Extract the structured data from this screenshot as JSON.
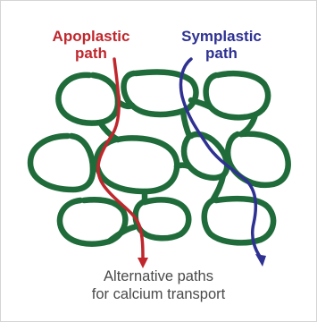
{
  "labels": {
    "apoplastic": [
      "Apoplastic",
      "path"
    ],
    "symplastic": [
      "Symplastic",
      "path"
    ]
  },
  "caption": [
    "Alternative paths",
    "for calcium transport"
  ],
  "colors": {
    "cell_wall": "#1f6b3a",
    "apoplastic": "#c0272d",
    "symplastic": "#2e3192",
    "caption": "#4a4a4a"
  }
}
